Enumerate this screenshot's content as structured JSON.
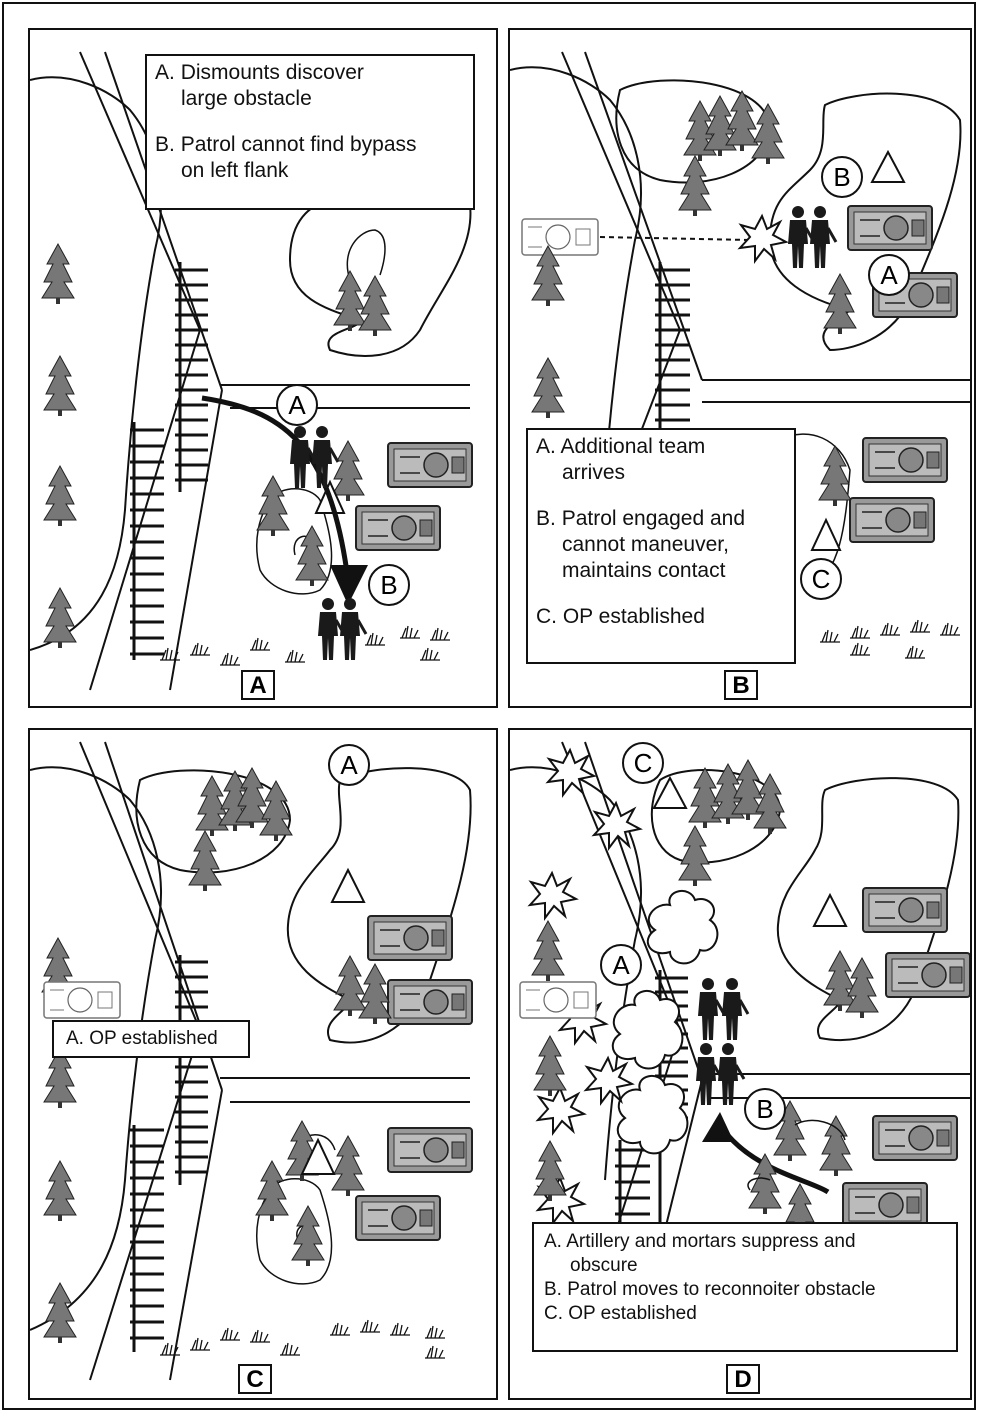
{
  "panels": [
    {
      "id": "A",
      "label": "A",
      "note": {
        "items": [
          {
            "letter": "A.",
            "line1": "Dismounts discover",
            "line2": "large obstacle"
          },
          {
            "letter": "B.",
            "line1": "Patrol cannot find bypass",
            "line2": "on left flank"
          }
        ]
      },
      "markers": [
        "A",
        "B"
      ]
    },
    {
      "id": "B",
      "label": "B",
      "note": {
        "items": [
          {
            "letter": "A.",
            "line1": "Additional team",
            "line2": "arrives"
          },
          {
            "letter": "B.",
            "line1": "Patrol engaged and",
            "line2": "cannot maneuver,",
            "line3": "maintains contact"
          },
          {
            "letter": "C.",
            "line1": "OP established"
          }
        ]
      },
      "markers": [
        "A",
        "B",
        "C"
      ]
    },
    {
      "id": "C",
      "label": "C",
      "note": {
        "items": [
          {
            "letter": "A.",
            "line1": "OP established"
          }
        ]
      },
      "markers": [
        "A"
      ]
    },
    {
      "id": "D",
      "label": "D",
      "note": {
        "items": [
          {
            "letter": "A.",
            "line1": "Artillery and mortars suppress and",
            "line2": "obscure"
          },
          {
            "letter": "B.",
            "line1": "Patrol moves to reconnoiter obstacle"
          },
          {
            "letter": "C.",
            "line1": "OP established"
          }
        ]
      },
      "markers": [
        "A",
        "B",
        "C"
      ]
    }
  ],
  "colors": {
    "line": "#111111",
    "tree": "#777777",
    "vehicle": "#888888",
    "soldier": "#1a1a1a",
    "background": "#ffffff"
  }
}
